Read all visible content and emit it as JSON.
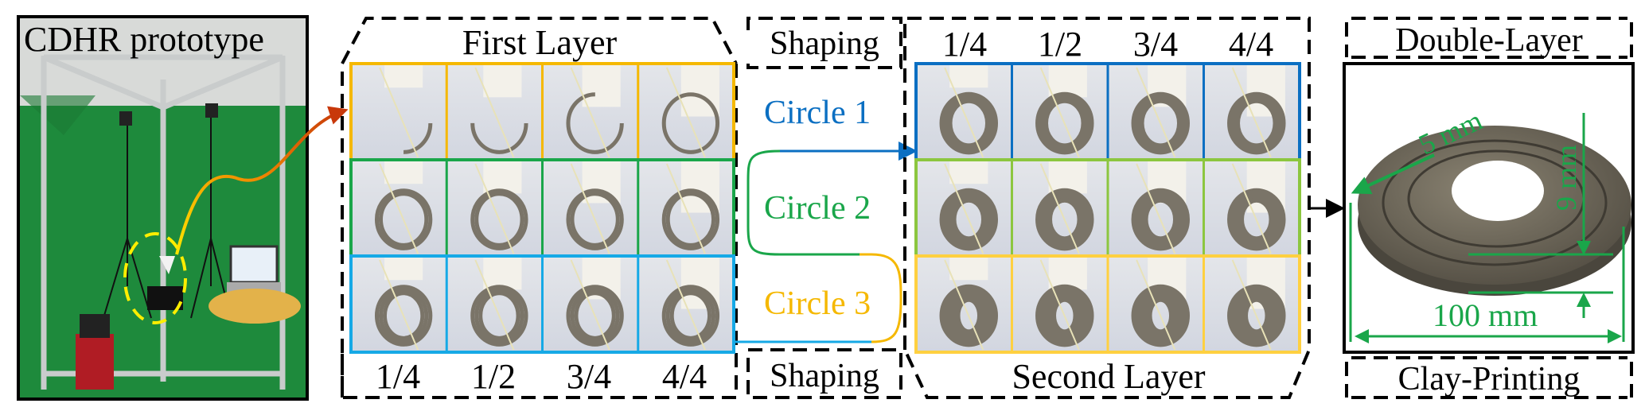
{
  "prototype_panel": {
    "title": "CDHR prototype"
  },
  "first_layer": {
    "title": "First Layer",
    "fractions": [
      "1/4",
      "1/2",
      "3/4",
      "4/4"
    ],
    "row_colors": [
      "#f5b800",
      "#1aa64a",
      "#16a9e6"
    ]
  },
  "shaping": {
    "top_label": "Shaping",
    "bottom_label": "Shaping"
  },
  "circles": [
    {
      "label": "Circle 1",
      "color": "#0b6fc2"
    },
    {
      "label": "Circle 2",
      "color": "#1aa64a"
    },
    {
      "label": "Circle 3",
      "color": "#f5b800"
    }
  ],
  "second_layer": {
    "title": "Second Layer",
    "fractions": [
      "1/4",
      "1/2",
      "3/4",
      "4/4"
    ],
    "row_colors": [
      "#0b6fc2",
      "#8cc63f",
      "#ffd040"
    ]
  },
  "result_panel": {
    "top_label": "Double-Layer",
    "bottom_label": "Clay-Printing",
    "dimensions": {
      "width": "5 mm",
      "height": "9 mm",
      "diameter": "100 mm"
    },
    "dimension_color": "#1aa64a"
  }
}
